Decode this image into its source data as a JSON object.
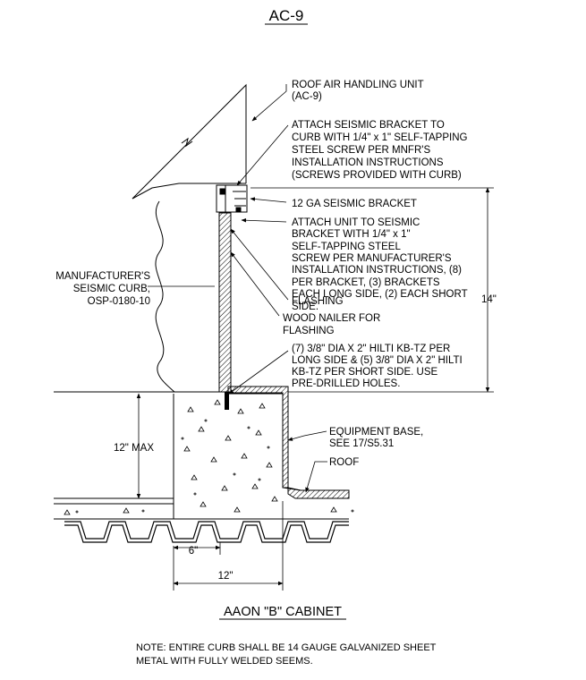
{
  "drawing": {
    "title": "AC-9",
    "subtitle": "AAON \"B\" CABINET",
    "note_lines": [
      "NOTE: ENTIRE CURB SHALL BE 14 GAUGE GALVANIZED SHEET",
      "METAL WITH FULLY WELDED SEEMS."
    ]
  },
  "callouts": {
    "unit": [
      "ROOF AIR HANDLING UNIT",
      "(AC-9)"
    ],
    "bracket_attach": [
      "ATTACH SEISMIC BRACKET TO",
      "CURB WITH 1/4\" x 1\" SELF-TAPPING",
      "STEEL SCREW PER MNFR'S",
      "INSTALLATION INSTRUCTIONS",
      "(SCREWS PROVIDED WITH CURB)"
    ],
    "seismic_bracket": [
      "12 GA SEISMIC BRACKET"
    ],
    "unit_attach": [
      "ATTACH UNIT TO SEISMIC",
      "BRACKET WITH 1/4\" x 1\"",
      "SELF-TAPPING STEEL",
      "SCREW PER MANUFACTURER'S",
      "INSTALLATION INSTRUCTIONS, (8)",
      "PER BRACKET, (3) BRACKETS",
      "EACH LONG SIDE, (2) EACH SHORT",
      "SIDE."
    ],
    "flashing": [
      "FLASHING"
    ],
    "wood_nailer": [
      "WOOD NAILER FOR",
      "FLASHING"
    ],
    "anchors": [
      "(7) 3/8\" DIA X 2\" HILTI KB-TZ PER",
      "LONG SIDE & (5) 3/8\" DIA X 2\" HILTI",
      "KB-TZ PER SHORT SIDE. USE",
      "PRE-DRILLED HOLES."
    ],
    "curb": [
      "MANUFACTURER'S",
      "SEISMIC CURB,",
      "OSP-0180-10"
    ],
    "equipment_base": [
      "EQUIPMENT BASE,",
      "SEE 17/S5.31"
    ],
    "roof": [
      "ROOF"
    ]
  },
  "dimensions": {
    "curb_height": "14\"",
    "base_height": "12\" MAX",
    "deck_spacing": "6\"",
    "base_width": "12\""
  },
  "colors": {
    "line": "#000000",
    "background": "#ffffff"
  }
}
